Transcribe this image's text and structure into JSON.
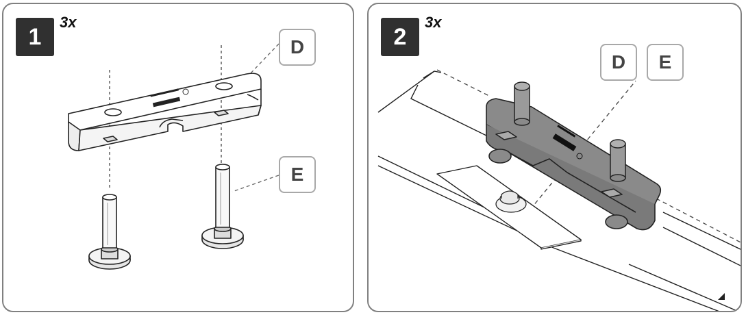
{
  "panels": [
    {
      "step": "1",
      "quantity": "3x",
      "labels": {
        "bracket": "D",
        "pin": "E"
      }
    },
    {
      "step": "2",
      "quantity": "3x",
      "labels": {
        "bracket": "D",
        "pin": "E"
      }
    }
  ],
  "colors": {
    "border": "#808080",
    "badge": "#303030",
    "assembled_part": "#8a8a8a"
  }
}
